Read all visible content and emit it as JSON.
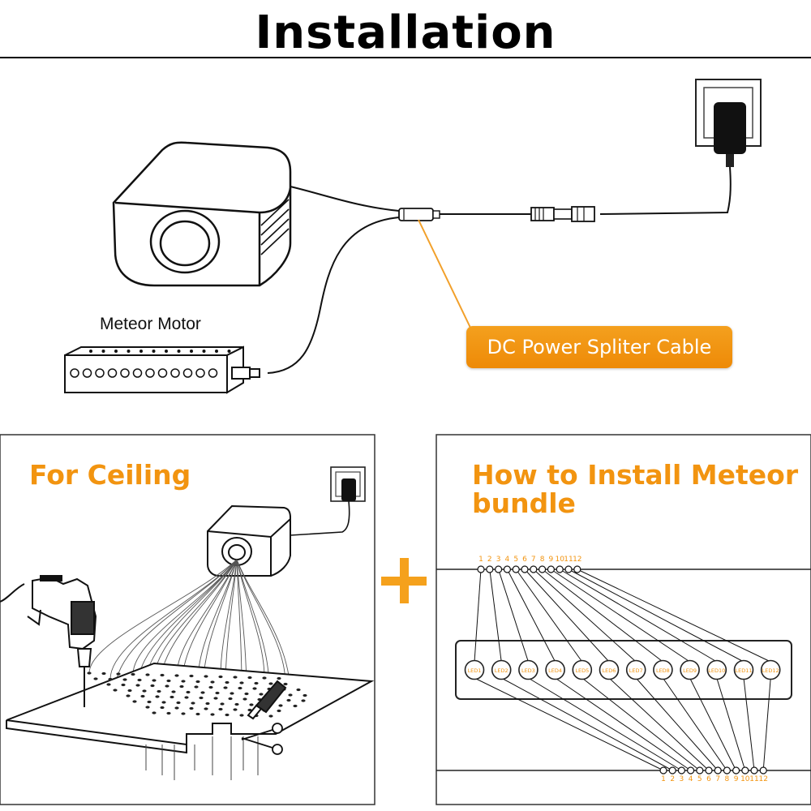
{
  "title": "Installation",
  "diagram": {
    "motor_label": "Meteor Motor",
    "callout_label": "DC Power Spliter Cable"
  },
  "left_panel": {
    "title": "For Ceiling"
  },
  "right_panel": {
    "title_line1": "How to Install Meteor",
    "title_line2": "bundle",
    "top_numbers": [
      "1",
      "2",
      "3",
      "4",
      "5",
      "6",
      "7",
      "8",
      "9",
      "10",
      "11",
      "12"
    ],
    "bottom_numbers": [
      "1",
      "2",
      "3",
      "4",
      "5",
      "6",
      "7",
      "8",
      "9",
      "10",
      "11",
      "12"
    ],
    "led_labels": [
      "LED1",
      "LED2",
      "LED3",
      "LED4",
      "LED5",
      "LED6",
      "LED7",
      "LED8",
      "LED9",
      "LED10",
      "LED11",
      "LED12"
    ]
  },
  "colors": {
    "accent": "#f29410",
    "callout": "#f09010",
    "line": "#111111"
  },
  "icons": [
    "power-adapter-icon",
    "projector-icon",
    "meteor-motor-icon",
    "drill-icon",
    "glue-tube-icon",
    "scissors-icon",
    "plus-icon"
  ]
}
